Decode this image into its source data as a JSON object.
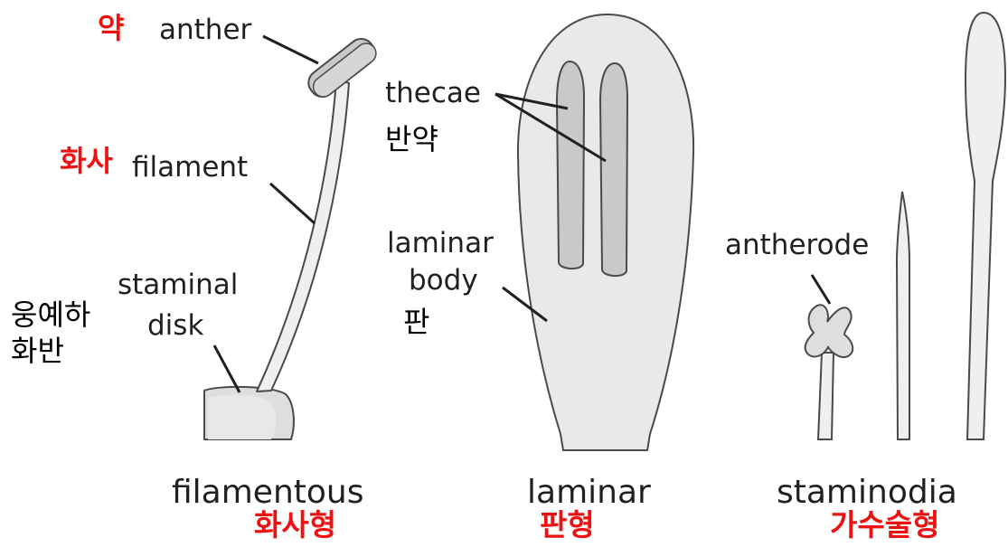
{
  "labels": {
    "anther_ko": "약",
    "anther_en": "anther",
    "filament_ko": "화사",
    "filament_en": "filament",
    "staminal_disk_en_line1": "staminal",
    "staminal_disk_en_line2": "disk",
    "staminal_disk_ko_line1": "웅예하",
    "staminal_disk_ko_line2": "화반",
    "thecae_en": "thecae",
    "thecae_ko": "반약",
    "laminar_body_en_line1": "laminar",
    "laminar_body_en_line2": "body",
    "laminar_body_ko": "판",
    "antherode_en": "antherode"
  },
  "captions": {
    "filamentous_en": "filamentous",
    "filamentous_ko": "화사형",
    "laminar_en": "laminar",
    "laminar_ko": "판형",
    "staminodia_en": "staminodia",
    "staminodia_ko": "가수술형"
  },
  "colors": {
    "outline": "#4a4a4a",
    "organ_fill": "#e9e9e9",
    "theca_fill": "#c9c9c9",
    "disk_fill": "#dedede",
    "red_text": "#ee1111"
  }
}
